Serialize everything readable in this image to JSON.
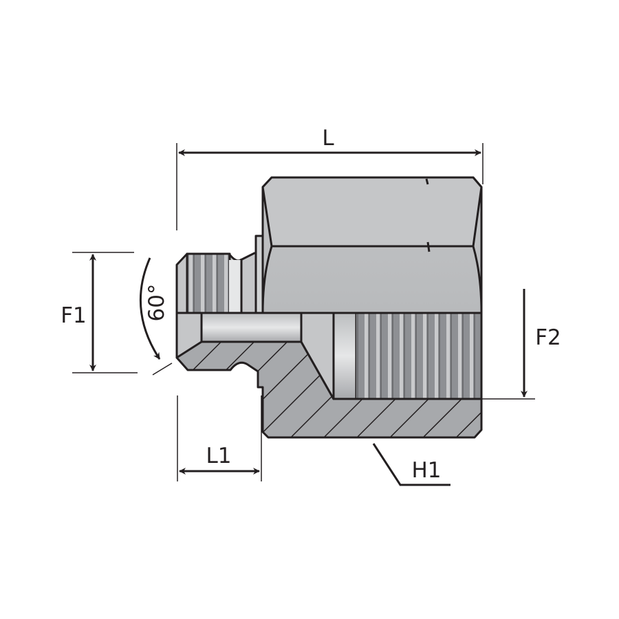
{
  "title": "Reducing adapter cross-section drawing",
  "labels": {
    "L": "L",
    "L1": "L1",
    "F1": "F1",
    "F2": "F2",
    "H1": "H1",
    "angle": "60°"
  },
  "colors": {
    "line": "#231f20",
    "body": "#c5c6c8",
    "section": "#a7a9ac",
    "highlight": "#e6e7e8"
  }
}
